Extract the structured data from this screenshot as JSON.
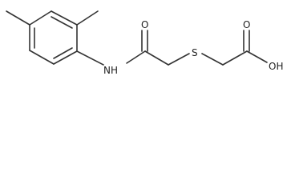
{
  "molecule": {
    "atoms": {
      "nh": "NH",
      "o_amide": "O",
      "s": "S",
      "o_acid": "O",
      "oh": "OH"
    },
    "colors": {
      "bond": "#333333",
      "label": "#222222",
      "background": "#ffffff"
    }
  }
}
